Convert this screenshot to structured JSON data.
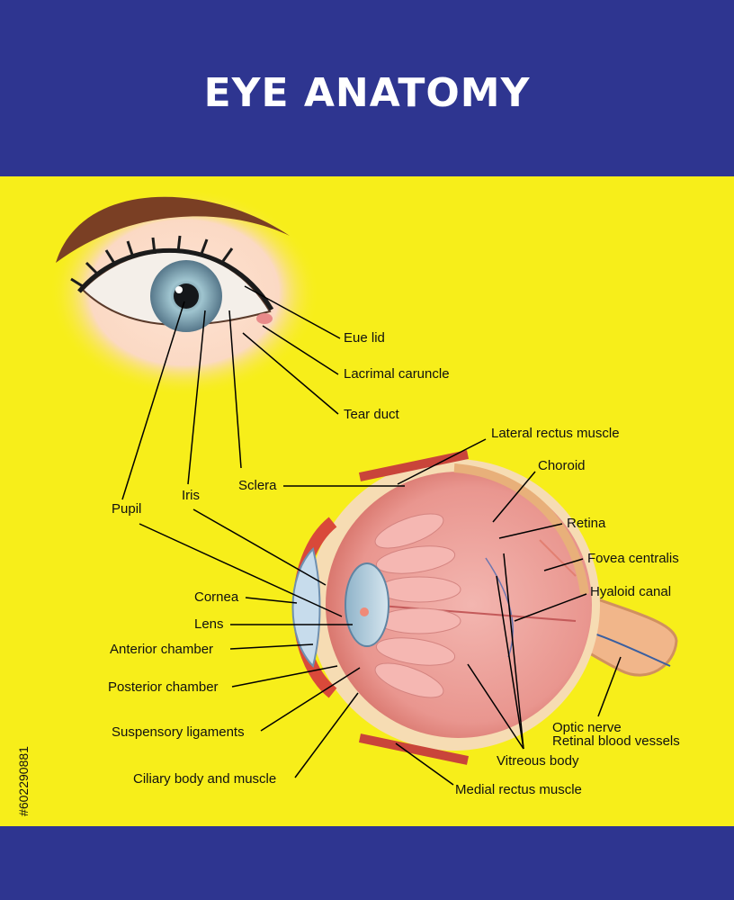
{
  "title": "EYE ANATOMY",
  "stock_id": "#602290881",
  "colors": {
    "header": "#2e3590",
    "panel": "#f7ee1a",
    "title": "#ffffff",
    "label": "#111111",
    "leader": "#000000"
  },
  "labels": {
    "eye_lid": "Eue lid",
    "lacrimal_caruncle": "Lacrimal caruncle",
    "tear_duct": "Tear duct",
    "lateral_rectus": "Lateral rectus muscle",
    "choroid": "Choroid",
    "retina": "Retina",
    "fovea": "Fovea centralis",
    "hyaloid": "Hyaloid canal",
    "sclera": "Sclera",
    "iris": "Iris",
    "pupil": "Pupil",
    "cornea": "Cornea",
    "lens": "Lens",
    "anterior_chamber": "Anterior chamber",
    "posterior_chamber": "Posterior chamber",
    "suspensory": "Suspensory ligaments",
    "ciliary": "Ciliary body and muscle",
    "optic_nerve": "Optic nerve",
    "retinal_vessels": "Retinal blood vessels",
    "vitreous": "Vitreous body",
    "medial_rectus": "Medial rectus muscle"
  }
}
